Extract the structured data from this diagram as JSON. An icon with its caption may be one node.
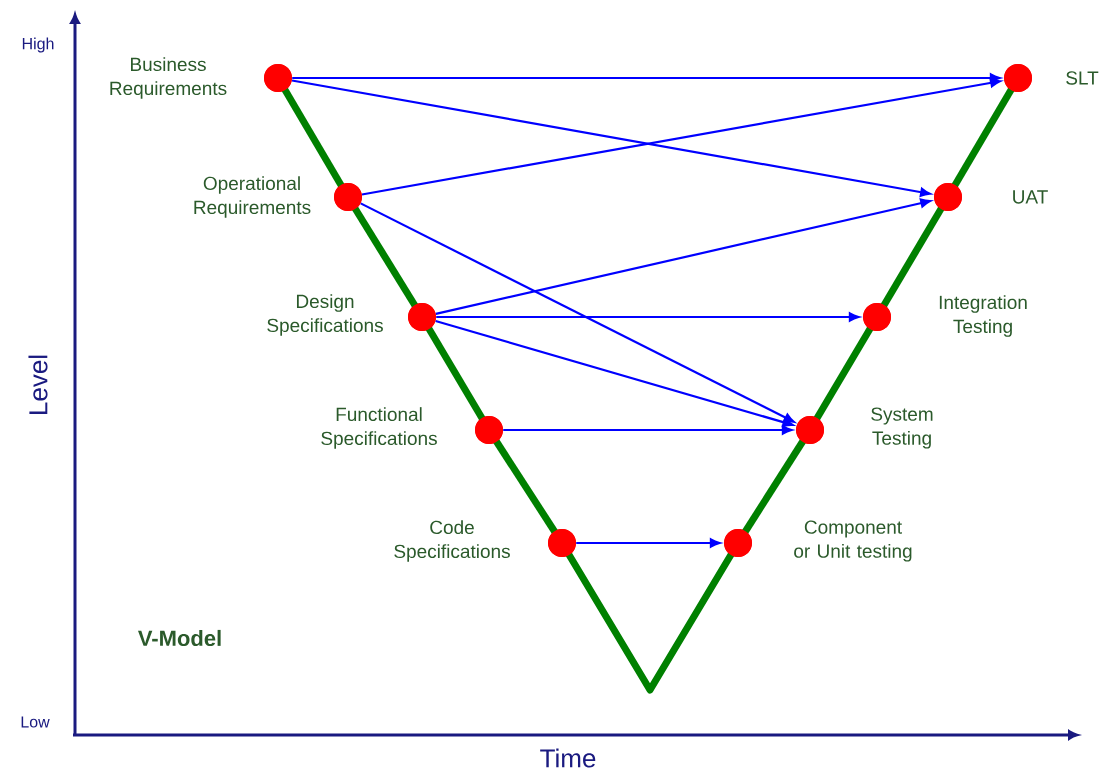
{
  "diagram": {
    "title": "V-Model",
    "nodes": [
      {
        "text": [],
        "shape": "circle",
        "beside": [
          "Business Requirements"
        ]
      },
      {
        "text": [],
        "shape": "circle",
        "beside": [
          "Operational Requirements"
        ]
      },
      {
        "text": [],
        "shape": "circle",
        "beside": [
          "Design Specifications"
        ]
      },
      {
        "text": [],
        "shape": "circle",
        "beside": [
          "Functional Specifications"
        ]
      },
      {
        "text": [],
        "shape": "circle",
        "beside": [
          "Code Specifications"
        ]
      },
      {
        "text": [],
        "shape": "circle",
        "beside": [
          "Component or Unit testing"
        ]
      },
      {
        "text": [],
        "shape": "circle",
        "beside": [
          "System Testing"
        ]
      },
      {
        "text": [],
        "shape": "circle",
        "beside": [
          "Integration Testing"
        ]
      },
      {
        "text": [],
        "shape": "circle",
        "beside": [
          "UAT"
        ]
      },
      {
        "text": [],
        "shape": "circle",
        "beside": [
          "SLT"
        ]
      }
    ],
    "edges": [
      {
        "from": 0,
        "to": 1,
        "arrow": "none",
        "style": "thick",
        "color": "#008000"
      },
      {
        "from": 1,
        "to": 2,
        "arrow": "none",
        "style": "thick",
        "color": "#008000"
      },
      {
        "from": 2,
        "to": 3,
        "arrow": "none",
        "style": "thick",
        "color": "#008000"
      },
      {
        "from": 3,
        "to": 4,
        "arrow": "none",
        "style": "thick",
        "color": "#008000"
      },
      {
        "from": 4,
        "to": 5,
        "arrow": "none",
        "style": "thick",
        "color": "#008000"
      },
      {
        "from": 5,
        "to": 6,
        "arrow": "none",
        "style": "thick",
        "color": "#008000"
      },
      {
        "from": 6,
        "to": 7,
        "arrow": "none",
        "style": "thick",
        "color": "#008000"
      },
      {
        "from": 7,
        "to": 8,
        "arrow": "none",
        "style": "thick",
        "color": "#008000"
      },
      {
        "from": 8,
        "to": 9,
        "arrow": "none",
        "style": "thick",
        "color": "#008000"
      },
      {
        "from": 0,
        "to": 9,
        "arrow": "to",
        "color": "#0000ff"
      },
      {
        "from": 0,
        "to": 8,
        "arrow": "to",
        "color": "#0000ff"
      },
      {
        "from": 1,
        "to": 9,
        "arrow": "to",
        "color": "#0000ff"
      },
      {
        "from": 1,
        "to": 6,
        "arrow": "to",
        "color": "#0000ff"
      },
      {
        "from": 2,
        "to": 8,
        "arrow": "to",
        "color": "#0000ff"
      },
      {
        "from": 2,
        "to": 7,
        "arrow": "to",
        "color": "#0000ff"
      },
      {
        "from": 2,
        "to": 6,
        "arrow": "to",
        "color": "#0000ff"
      },
      {
        "from": 3,
        "to": 6,
        "arrow": "to",
        "color": "#0000ff"
      },
      {
        "from": 4,
        "to": 5,
        "arrow": "to",
        "color": "#0000ff"
      }
    ],
    "labels": [
      "High",
      "Level",
      "Low",
      "Time"
    ]
  }
}
